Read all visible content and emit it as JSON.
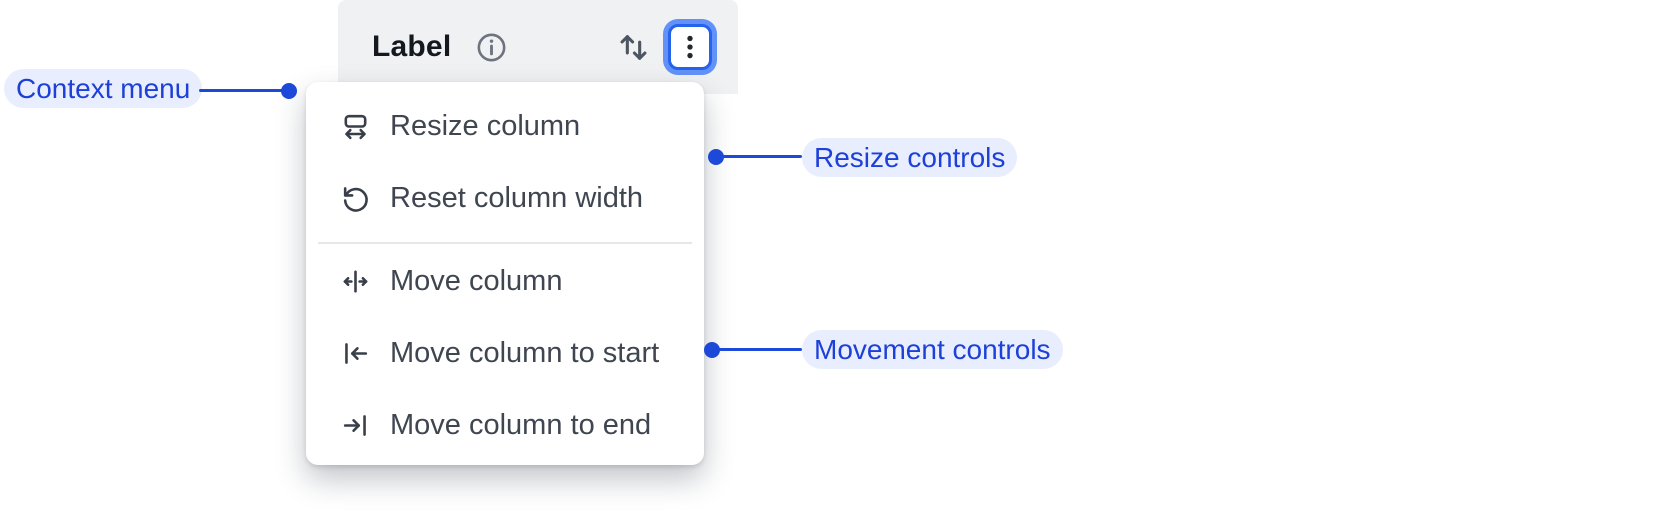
{
  "header": {
    "label": "Label",
    "icons": [
      "info-icon",
      "sort-arrows-icon",
      "kebab-menu-icon"
    ]
  },
  "menu": {
    "groups": [
      "resize",
      "movement"
    ],
    "items": [
      {
        "label": "Resize column",
        "icon": "resize-column-icon",
        "group": "resize"
      },
      {
        "label": "Reset column width",
        "icon": "reset-column-width-icon",
        "group": "resize"
      },
      {
        "label": "Move column",
        "icon": "move-column-icon",
        "group": "movement"
      },
      {
        "label": "Move column to start",
        "icon": "move-column-to-start-icon",
        "group": "movement"
      },
      {
        "label": "Move column to end",
        "icon": "move-column-to-end-icon",
        "group": "movement"
      }
    ]
  },
  "annotations": {
    "context_menu": {
      "label": "Context menu",
      "side": "left"
    },
    "resize_controls": {
      "label": "Resize controls",
      "side": "right"
    },
    "movement_controls": {
      "label": "Movement controls",
      "side": "right"
    }
  },
  "colors": {
    "annotation_text": "#1c40d8",
    "annotation_line": "#1d49d9",
    "annotation_pill_bg": "#e9eefe",
    "focus_ring_outer": "#6292f9",
    "focus_ring_border": "#2563ea",
    "header_bg": "#f0f1f3",
    "header_text": "#14191f",
    "menu_bg": "#ffffff",
    "menu_text": "#3f4650",
    "menu_icon": "#383f49",
    "divider": "#e5e7ea"
  }
}
